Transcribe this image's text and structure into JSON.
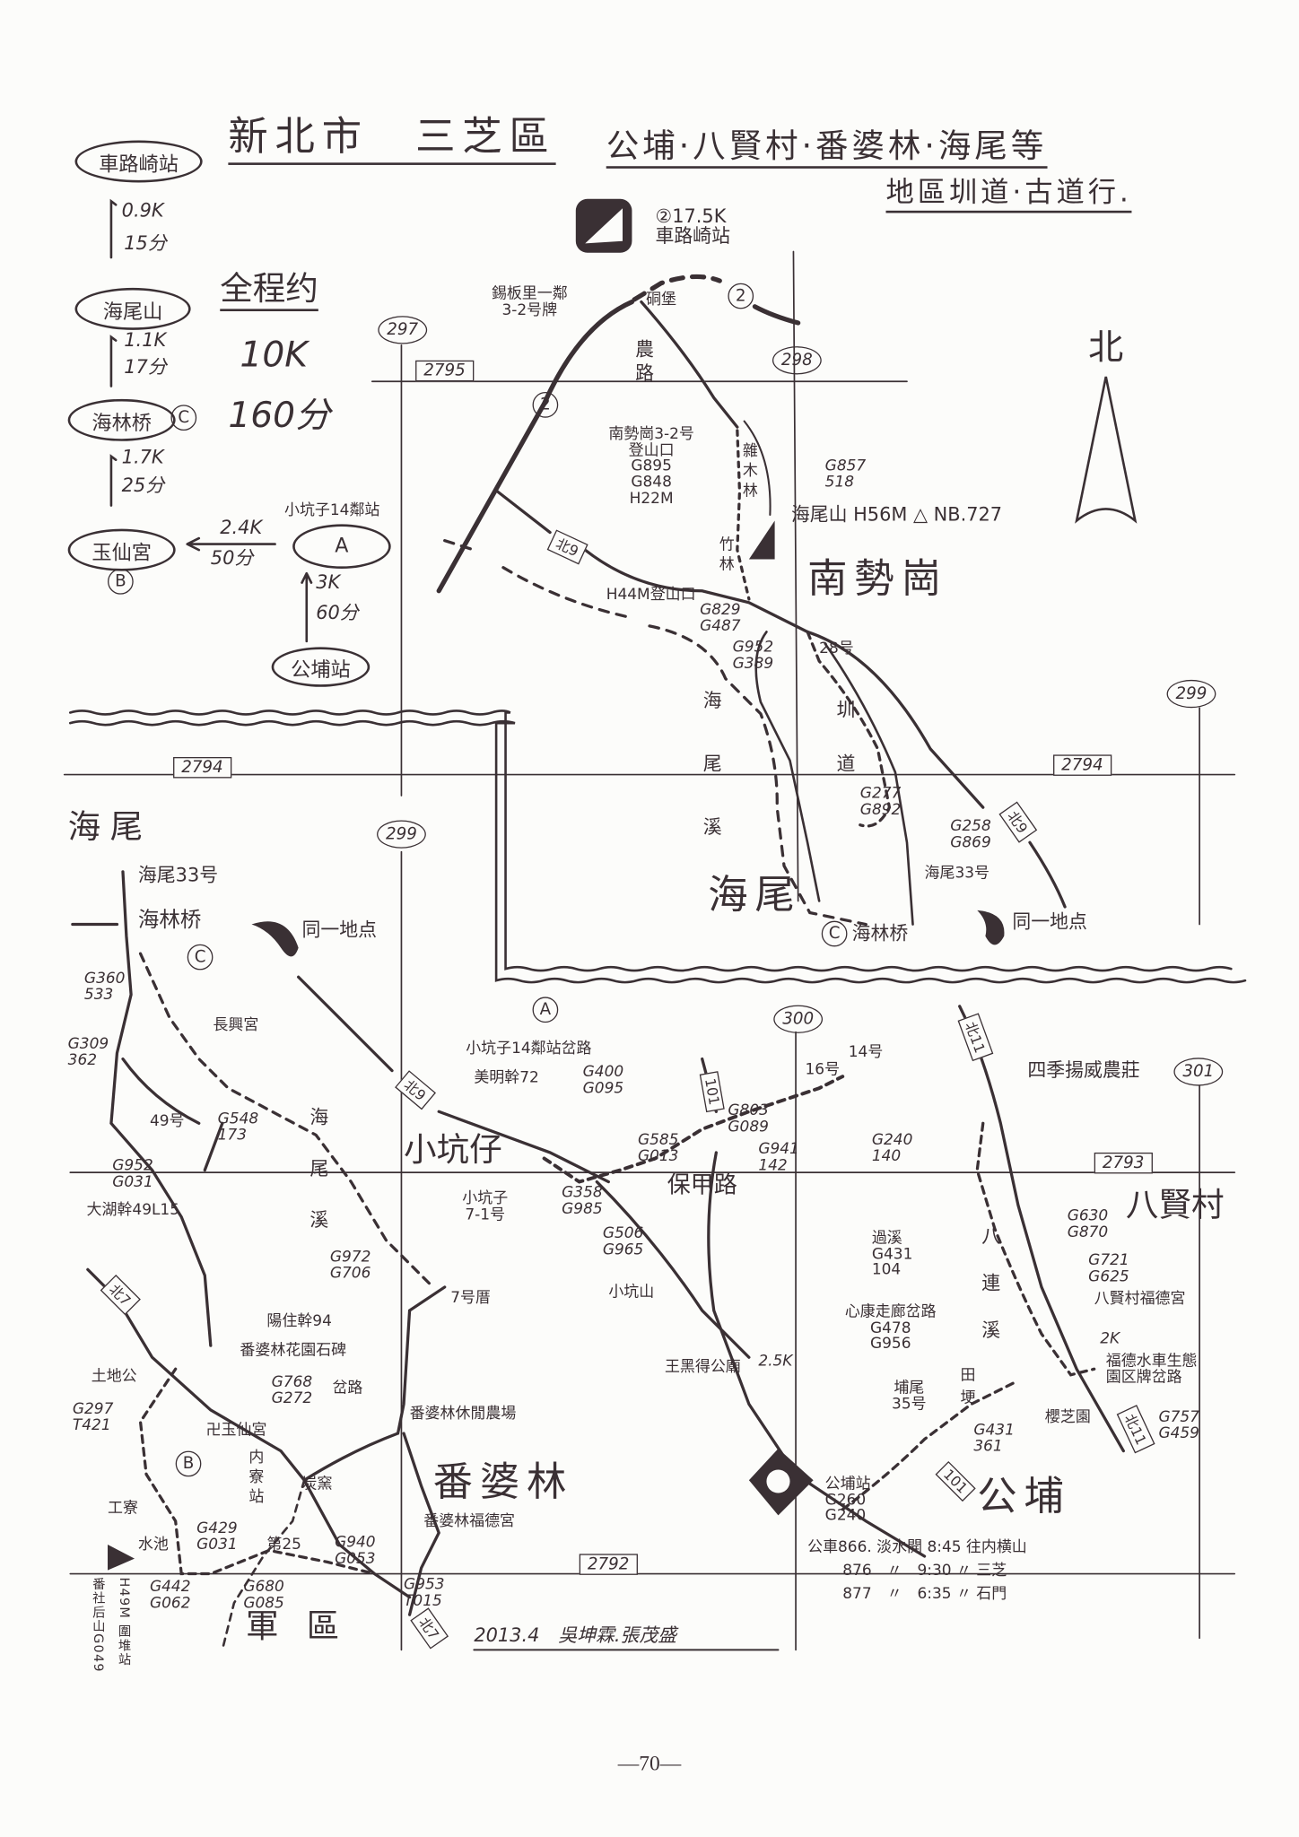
{
  "title": {
    "main": "新北市　三芝區",
    "sub1": "公埔·八賢村·番婆林·海尾等",
    "sub2": "地區圳道·古道行."
  },
  "legend": {
    "stops": [
      {
        "name": "車路崎站"
      },
      {
        "name": "海尾山"
      },
      {
        "name": "海林桥",
        "marker": "C"
      },
      {
        "name": "玉仙宮",
        "marker": "B"
      }
    ],
    "segments": [
      {
        "dist": "0.9K",
        "time": "15分"
      },
      {
        "dist": "1.1K",
        "time": "17分"
      },
      {
        "dist": "1.7K",
        "time": "25分"
      }
    ],
    "branch": {
      "start_label": "小坑子14鄰站",
      "marker": "A",
      "to_b_dist": "2.4K",
      "to_b_time": "50分",
      "from_station_dist": "3K",
      "from_station_time": "60分",
      "station": "公埔站"
    }
  },
  "total": {
    "label": "全程约",
    "distance": "10K",
    "time": "160分"
  },
  "north": "北",
  "grid": {
    "eastings": [
      "297",
      "298",
      "299",
      "299",
      "300",
      "301"
    ],
    "northings": [
      "2795",
      "2794",
      "2794",
      "2793",
      "2792"
    ]
  },
  "routes": {
    "r2a": "2",
    "r2b": "2",
    "n9a": "北9",
    "n9b": "北9",
    "n9c": "北9",
    "n7a": "北7",
    "n7b": "北7",
    "n11a": "北11",
    "n11b": "北11",
    "p101a": "101",
    "p101b": "101"
  },
  "areas": {
    "nanshigang": "南勢崗",
    "haiwei_upper": "海尾",
    "haiwei_left": "海尾",
    "xiaokengzai": "小坑仔",
    "baxiancun": "八賢村",
    "fanpolin": "番婆林",
    "gongpu": "公埔",
    "junqu": "軍區"
  },
  "labels": {
    "chelu_top": "②17.5K\n車路崎站",
    "xibanli": "錫板里一鄰\n3-2号牌",
    "dongbao": "硐堡",
    "nonglu": "農路",
    "nanshi_trailhead": "南勢崗3-2号\n登山口\nG895\nG848\nH22M",
    "zamulin": "雜木林",
    "zhulin": "竹林",
    "g857": "G857\n518",
    "haiweishan": "海尾山 H56M △ NB.727",
    "h44": "H44M登山口",
    "g829": "G829\nG487",
    "g952a": "G952\nG389",
    "no28": "28号",
    "creek_upper": "海尾溪",
    "zundao": "圳道",
    "g277": "G277\nG892",
    "g258": "G258\nG869",
    "haiwei33_r": "海尾33号",
    "hailin_r": "海林桥",
    "same_r": "同一地点",
    "haiwei33_l": "海尾33号",
    "hailin_l": "海林桥",
    "same_l": "同一地点",
    "g360": "G360\n533",
    "g309": "G309\n362",
    "changxing": "長興宮",
    "no49": "49号",
    "g548": "G548\n173",
    "g952b": "G952\nG031",
    "dahu": "大湖幹49L15",
    "creek_lower": "海尾溪",
    "xk14": "小坑子14鄰站岔路",
    "meiming": "美明幹72",
    "g400": "G400\nG095",
    "g358": "G358\nG985",
    "xk71": "小坑子\n7-1号",
    "g506": "G506\nG965",
    "g585": "G585\nG013",
    "baojia": "保甲路",
    "g803": "G803\nG089",
    "g941": "G941\n142",
    "no16": "16号",
    "no14": "14号",
    "siji": "四季揚威農莊",
    "g240": "G240\n140",
    "g630": "G630\nG870",
    "guoxi": "過溪\nG431\n104",
    "baliancreek": "八連溪",
    "xinkang": "心康走廊岔路\nG478\nG956",
    "g721": "G721\nG625",
    "baxian_temple": "八賢村福德宮",
    "xiaokengshan": "小坑山",
    "wanghei": "王黑得公廟",
    "k25": "2.5K",
    "puwei": "埔尾\n35号",
    "tiangeng": "田埂",
    "g431": "G431\n361",
    "k2": "2K",
    "fude_water": "福德水車生態\n園区牌岔路",
    "yingzhi": "櫻芝園",
    "g757": "G757\nG459",
    "gongpu_station": "公埔站\nG260\nG240",
    "yangzhu": "陽住幹94",
    "stele": "番婆林花園石碑",
    "g768": "G768\nG272",
    "fork": "岔路",
    "tudigong": "土地公",
    "g297": "G297\nT421",
    "yuxian": "卍玉仙宮",
    "neiliao": "内寮站",
    "tanyao": "炭窯",
    "gongliao": "工寮",
    "g429": "G429\nG031",
    "shuichi": "水池",
    "fanshe": "番社后山G049",
    "h49": "H49M 圍堆站",
    "g442": "G442\nG062",
    "no25": "第25",
    "g680": "G680\nG085",
    "g940": "G940\nG053",
    "g953": "G953\nT015",
    "leisure_farm": "番婆林休閒農場",
    "fanpolin_temple": "番婆林福德宮",
    "g972": "G972\nG706",
    "no7": "7号厝"
  },
  "bus": {
    "line1": "公車866. 淡水開 8:45 往内横山",
    "line2": "876　〃　9:30 〃 三芝",
    "line3": "877　〃　6:35 〃 石門"
  },
  "credit": "2013.4　吳坤霖.張茂盛",
  "page_number": "—70—",
  "ink_color": "#3a3034"
}
